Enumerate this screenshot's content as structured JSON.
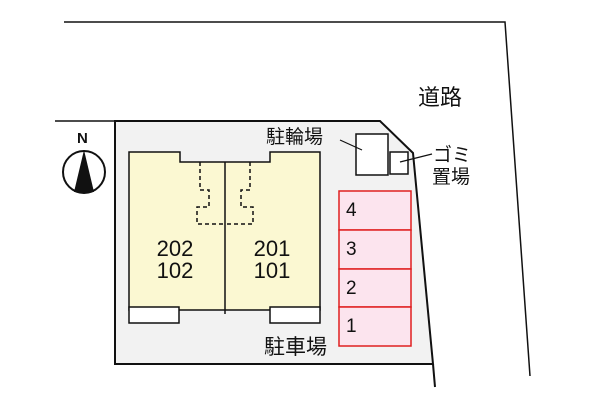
{
  "labels": {
    "road": "道路",
    "bicycle_parking": "駐輪場",
    "garbage_line1": "ゴミ",
    "garbage_line2": "置場",
    "parking": "駐車場",
    "north": "N"
  },
  "units": [
    {
      "upper": "202",
      "lower": "102"
    },
    {
      "upper": "201",
      "lower": "101"
    }
  ],
  "parking_slots": [
    "4",
    "3",
    "2",
    "1"
  ],
  "colors": {
    "lot_fill": "#f2f2f2",
    "building_fill": "#fbf8d2",
    "parking_fill": "#fce4ee",
    "parking_border": "#e02020",
    "line": "#111111"
  }
}
